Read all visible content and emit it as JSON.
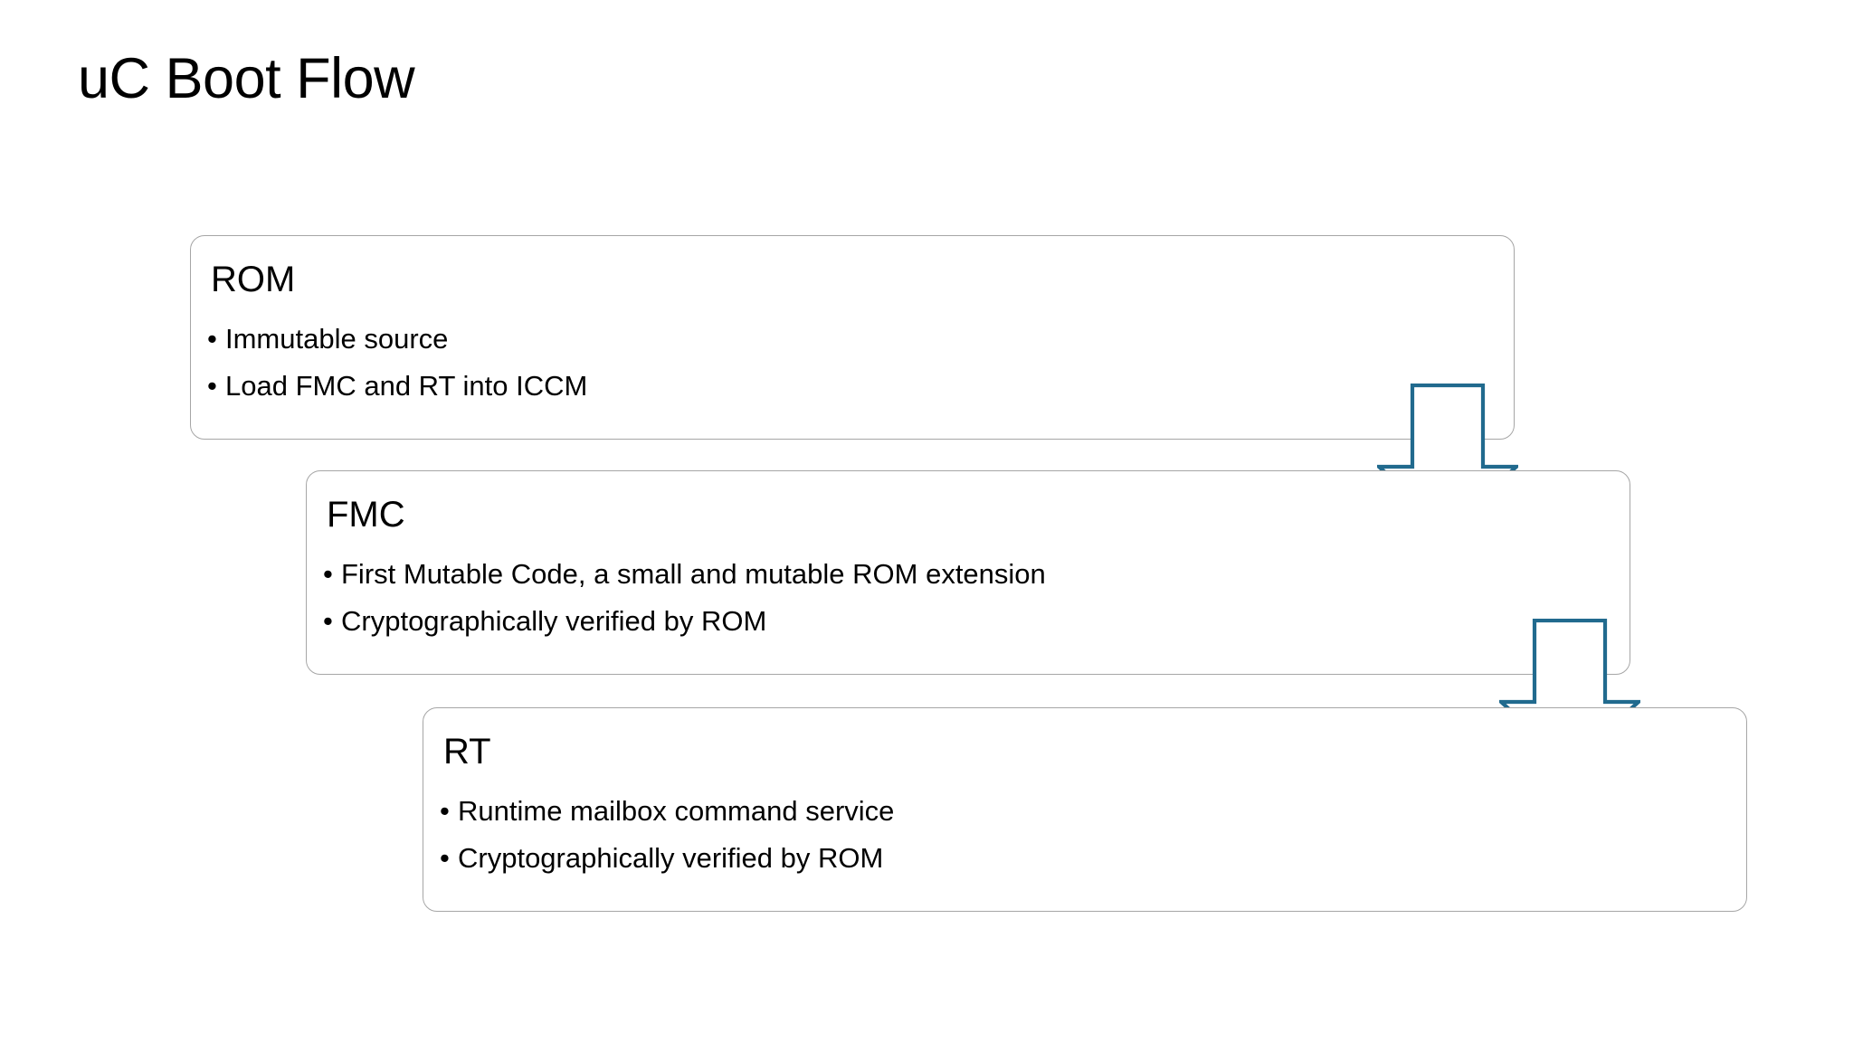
{
  "slide": {
    "title": "uC Boot Flow",
    "background_color": "#ffffff",
    "text_color": "#000000"
  },
  "theme": {
    "box_border_color": "#a6a6a6",
    "box_fill_color": "#ffffff",
    "arrow_stroke_color": "#216a8e",
    "arrow_fill_color": "#ffffff"
  },
  "stages": [
    {
      "id": "rom",
      "title": "ROM",
      "bullets": [
        "Immutable source",
        "Load FMC and RT into ICCM"
      ]
    },
    {
      "id": "fmc",
      "title": "FMC",
      "bullets": [
        "First Mutable Code, a small and mutable ROM extension",
        "Cryptographically verified by ROM"
      ]
    },
    {
      "id": "rt",
      "title": "RT",
      "bullets": [
        "Runtime mailbox command service",
        "Cryptographically verified by ROM"
      ]
    }
  ],
  "bullet_marker": "•",
  "arrows": [
    {
      "id": "rom-fmc",
      "from": "ROM",
      "to": "FMC",
      "direction": "down"
    },
    {
      "id": "fmc-rt",
      "from": "FMC",
      "to": "RT",
      "direction": "down"
    }
  ]
}
